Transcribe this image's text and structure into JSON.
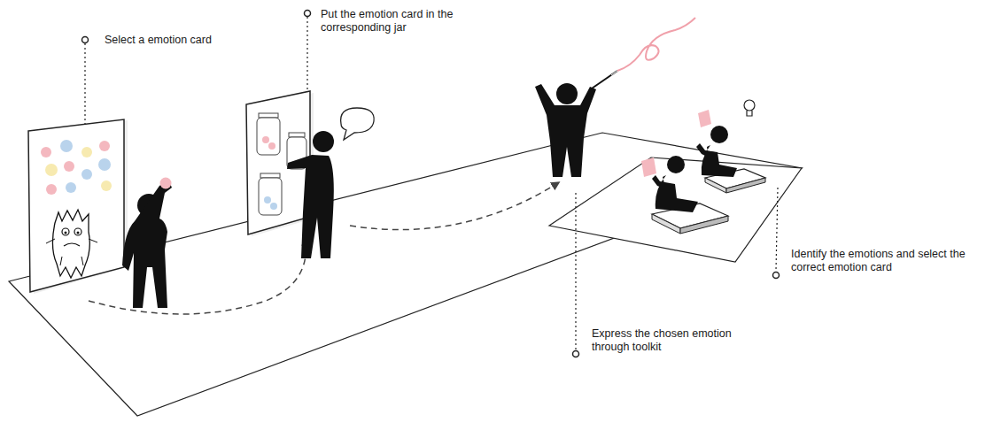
{
  "diagram": {
    "labels": [
      "Select a emotion card",
      "Put the emotion card in the corresponding jar",
      "Identify the emotions and select the correct emotion card",
      "Express the chosen emotion through toolkit"
    ]
  }
}
